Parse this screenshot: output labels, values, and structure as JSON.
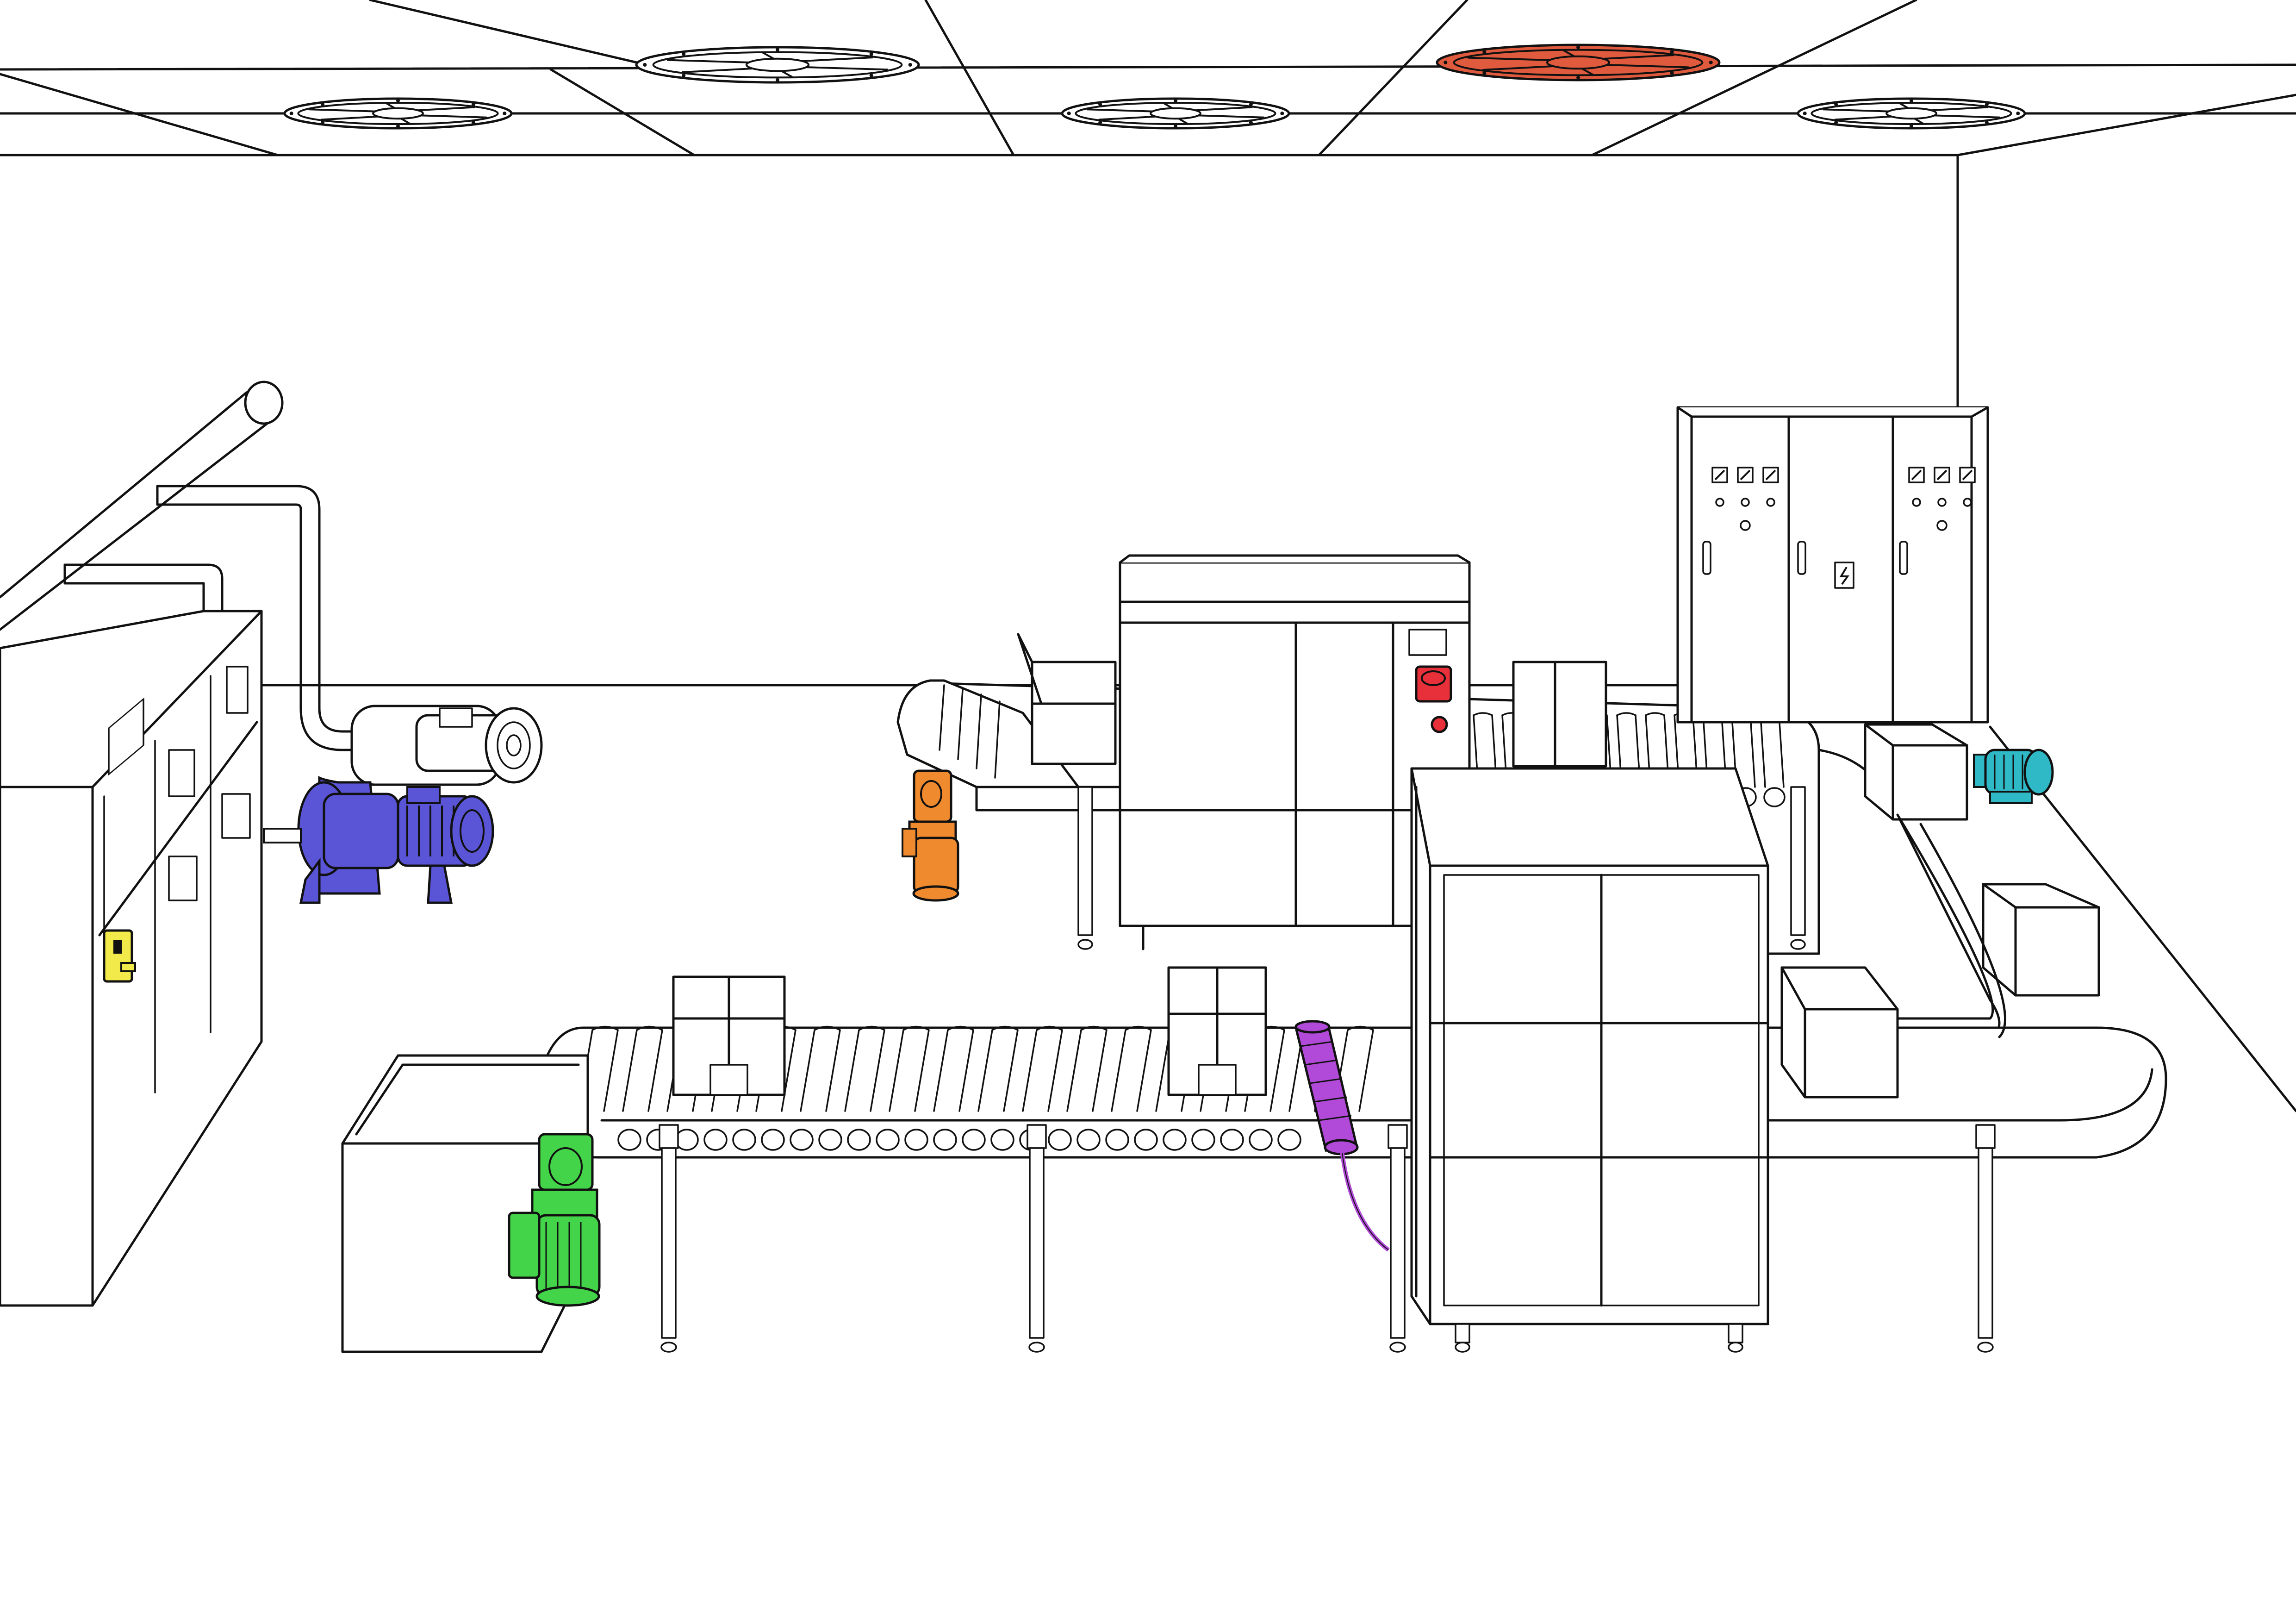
{
  "scene": {
    "ceiling_fans": [
      {
        "name": "ceiling-fan-1",
        "color": "#ffffff"
      },
      {
        "name": "ceiling-fan-2",
        "color": "#ffffff"
      },
      {
        "name": "ceiling-fan-3",
        "color": "#ffffff"
      },
      {
        "name": "ceiling-fan-4",
        "color": "#e05a3e"
      },
      {
        "name": "ceiling-fan-5",
        "color": "#ffffff"
      }
    ],
    "highlight_colors": {
      "pump_motor": "#5a55d6",
      "breaker": "#f2ea4a",
      "gear_motor_back": "#f08a2e",
      "emergency_stop": "#e8303a",
      "gear_motor_front": "#44d44a",
      "roller_motor": "#b14ad8",
      "conveyor_motor": "#2fb8c6",
      "ceiling_fan_active": "#e05a3e"
    },
    "icons": [
      "fan-icon",
      "motor-icon",
      "pump-icon",
      "switch-icon",
      "lightning-icon",
      "box-icon"
    ]
  }
}
